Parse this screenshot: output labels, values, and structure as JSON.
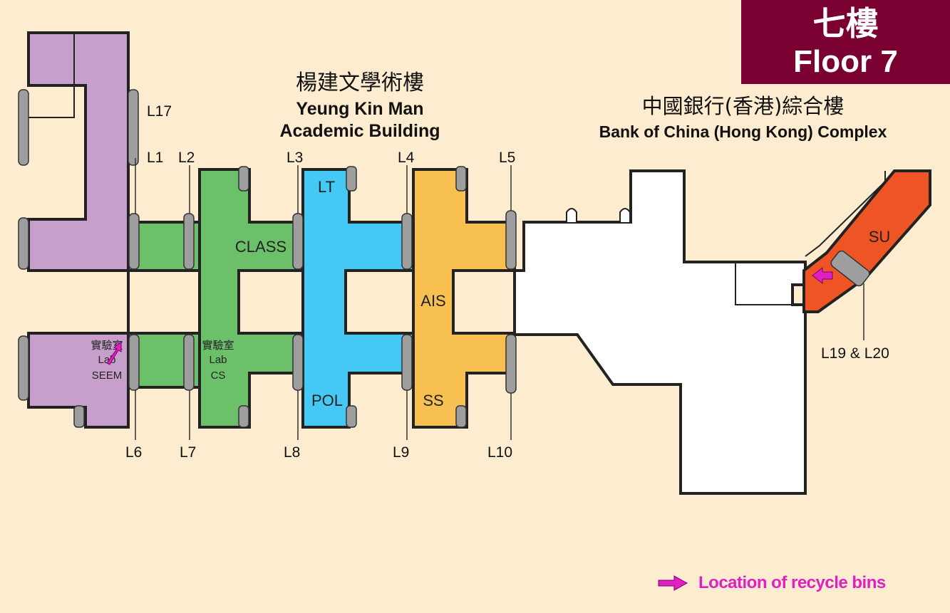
{
  "header": {
    "floor_zh": "七樓",
    "floor_en": "Floor 7"
  },
  "buildings": {
    "ykm_zh": "楊建文學術樓",
    "ykm_en_1": "Yeung Kin Man",
    "ykm_en_2": "Academic Building",
    "boc_zh": "中國銀行(香港)綜合樓",
    "boc_en": "Bank of China (Hong Kong) Complex"
  },
  "rooms": {
    "class": "CLASS",
    "lt": "LT",
    "pol": "POL",
    "ais": "AIS",
    "ss": "SS",
    "su": "SU",
    "seem_zh": "實驗室",
    "seem_lab": "Lab",
    "seem": "SEEM",
    "cs_zh": "實驗室",
    "cs_lab": "Lab",
    "cs": "CS"
  },
  "lifts": {
    "l1": "L1",
    "l2": "L2",
    "l3": "L3",
    "l4": "L4",
    "l5": "L5",
    "l6": "L6",
    "l7": "L7",
    "l8": "L8",
    "l9": "L9",
    "l10": "L10",
    "l17": "L17",
    "l19_20": "L19 & L20"
  },
  "legend": {
    "recycle_label": "Location of recycle bins"
  },
  "colors": {
    "background": "#fdeccf",
    "badge": "#7a0032",
    "seem_wing": "#c79fcb",
    "cs_wing": "#6cc06a",
    "pol_wing": "#46c8f4",
    "ais_wing": "#f8c050",
    "su_wing": "#ee5424",
    "boc_building": "#ffffff",
    "lift_block": "#9e9e9e",
    "recycle_arrow": "#e020c0"
  }
}
